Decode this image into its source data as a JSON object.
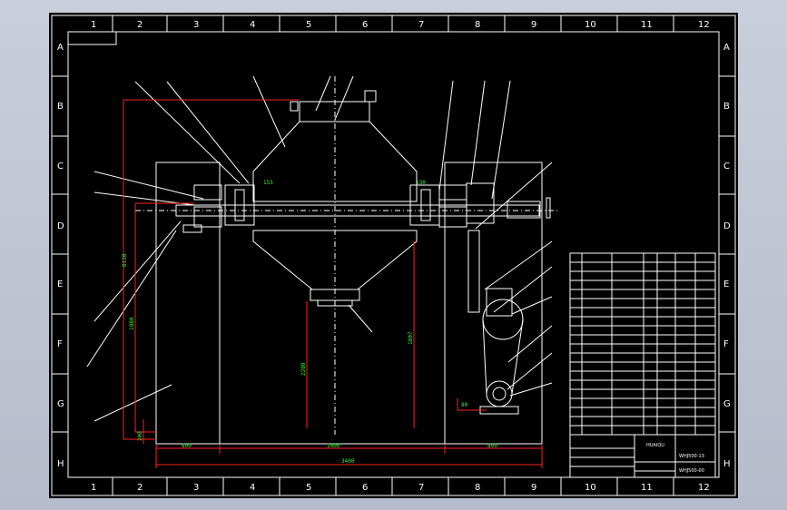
{
  "drawing": {
    "columns": [
      "1",
      "2",
      "3",
      "4",
      "5",
      "6",
      "7",
      "8",
      "9",
      "10",
      "11",
      "12"
    ],
    "rows": [
      "A",
      "B",
      "C",
      "D",
      "E",
      "F",
      "G",
      "H"
    ],
    "dimensions": {
      "d_6130": "6130",
      "d_1980": "1980",
      "d_200_left": "200",
      "d_600": "600",
      "d_1400": "1400",
      "d_800": "800",
      "d_3400": "3400",
      "d_2200": "2200",
      "d_1807": "1807",
      "d_155": "155",
      "d_130": "130",
      "d_80": "80"
    },
    "title_block": {
      "name_1": "WHJ500-13",
      "name_2": "WHJ500-00",
      "label_small": "HUAIQU"
    },
    "colors": {
      "background": "#000000",
      "lines": "#ffffff",
      "dimension_lines": "#ff2020",
      "dimension_text": "#28ff28",
      "frame": "#c9cfda"
    }
  }
}
